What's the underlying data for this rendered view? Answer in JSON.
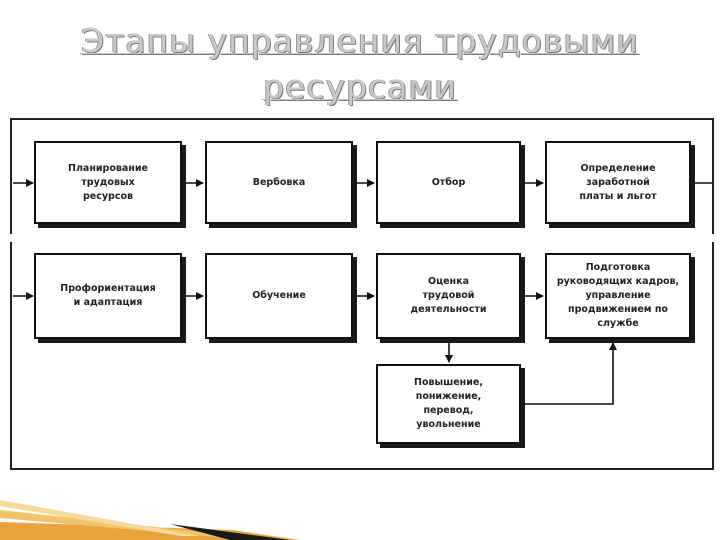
{
  "slide": {
    "title_line1": "Этапы управления трудовыми",
    "title_line2": "ресурсами"
  },
  "stages": {
    "planning": "Планирование\nтрудовых\nресурсов",
    "recruitment": "Вербовка",
    "selection": "Отбор",
    "compensation": "Определение\nзаработной\nплаты и льгот",
    "orientation": "Профориентация\nи адаптация",
    "training": "Обучение",
    "appraisal": "Оценка\nтрудовой\nдеятельности",
    "management_development": "Подготовка\nруководящих кадров,\nуправление\nпродвижением по\nслужбе",
    "movement": "Повышение,\nпонижение,\nперевод,\nувольнение"
  },
  "colors": {
    "title": "#c9c9c9",
    "box_border": "#111111",
    "corner_accent": "#e8a33a"
  }
}
